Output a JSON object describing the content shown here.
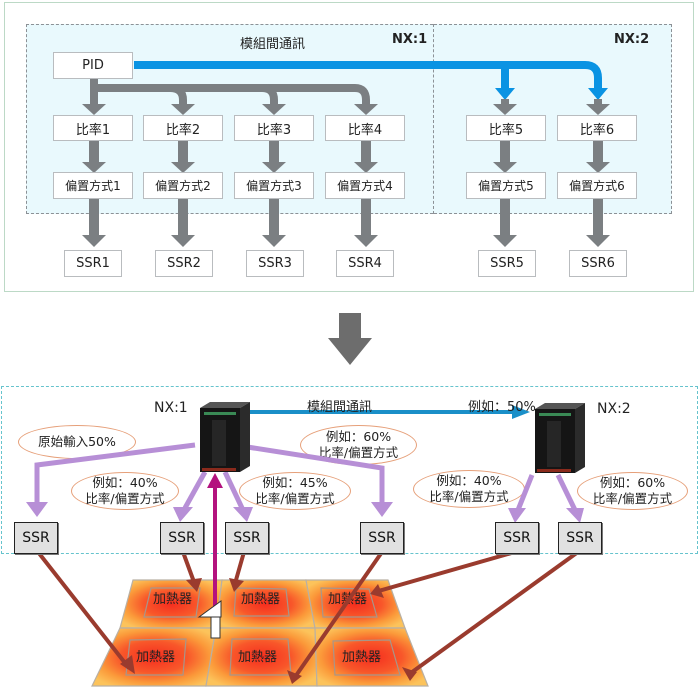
{
  "top_diagram": {
    "comm_label": "模組間通訊",
    "zones": [
      {
        "label": "NX:1"
      },
      {
        "label": "NX:2"
      }
    ],
    "pid_label": "PID",
    "ratios": [
      "比率1",
      "比率2",
      "比率3",
      "比率4",
      "比率5",
      "比率6"
    ],
    "biases": [
      "偏置方式1",
      "偏置方式2",
      "偏置方式3",
      "偏置方式4",
      "偏置方式5",
      "偏置方式6"
    ],
    "ssrs": [
      "SSR1",
      "SSR2",
      "SSR3",
      "SSR4",
      "SSR5",
      "SSR6"
    ],
    "colors": {
      "pid_to_nx2_arrow": "#0a93e3",
      "flow_arrow": "#7b7f82",
      "zone_fill": "#e9f9fd"
    }
  },
  "transition_arrow": {
    "icon": "down-arrow-icon",
    "color": "#6d6d6d"
  },
  "bottom_diagram": {
    "controllers": [
      {
        "label": "NX:1",
        "icon": "server-tower-icon"
      },
      {
        "label": "NX:2",
        "icon": "server-tower-icon"
      }
    ],
    "comm_label": "模組間通訊",
    "comm_example": "例如：50%",
    "callouts": [
      {
        "line1": "原始輸入50%",
        "line2": ""
      },
      {
        "line1": "例如：40%",
        "line2": "比率/偏置方式"
      },
      {
        "line1": "例如：45%",
        "line2": "比率/偏置方式"
      },
      {
        "line1": "例如：60%",
        "line2": "比率/偏置方式"
      },
      {
        "line1": "例如：40%",
        "line2": "比率/偏置方式"
      },
      {
        "line1": "例如：60%",
        "line2": "比率/偏置方式"
      }
    ],
    "ssr_label": "SSR",
    "ssr_count": 6,
    "heater_label": "加熱器",
    "heater_count": 6,
    "colors": {
      "comm_arrow": "#1a8fc8",
      "distribution_arrow": "#b78fd6",
      "feedback_arrow": "#b3127e",
      "heater_arrow": "#9a3b2e",
      "zone_border": "#66c3cd",
      "callout_border": "#e6a07a"
    }
  }
}
